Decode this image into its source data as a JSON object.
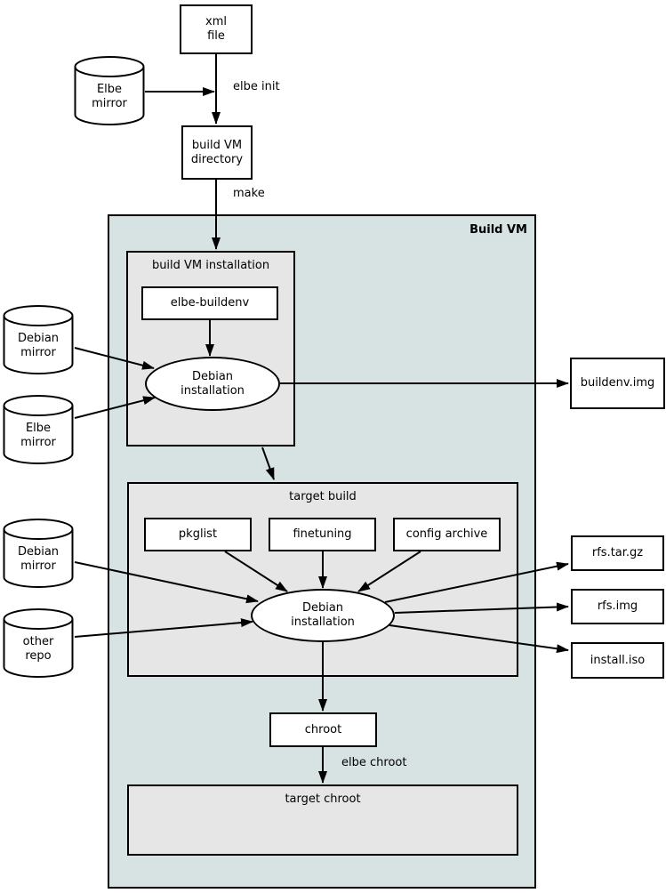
{
  "colors": {
    "container_bg": "#d6e3e2",
    "group_bg": "#e6e6e6",
    "node_bg": "#ffffff",
    "line": "#000000"
  },
  "top": {
    "xml_file": "xml\nfile",
    "elbe_mirror": "Elbe\nmirror",
    "elbe_init_label": "elbe init",
    "build_vm_directory": "build VM\ndirectory",
    "make_label": "make"
  },
  "build_vm": {
    "title": "Build VM",
    "installation": {
      "title": "build VM installation",
      "elbe_buildenv": "elbe-buildenv",
      "debian_installation": "Debian\ninstallation"
    },
    "target_build": {
      "title": "target build",
      "pkglist": "pkglist",
      "finetuning": "finetuning",
      "config_archive": "config archive",
      "debian_installation": "Debian\ninstallation"
    },
    "chroot": "chroot",
    "elbe_chroot_label": "elbe chroot",
    "target_chroot": "target chroot"
  },
  "inputs": {
    "debian_mirror_1": "Debian\nmirror",
    "elbe_mirror_2": "Elbe\nmirror",
    "debian_mirror_2": "Debian\nmirror",
    "other_repo": "other\nrepo"
  },
  "outputs": {
    "buildenv_img": "buildenv.img",
    "rfs_tar_gz": "rfs.tar.gz",
    "rfs_img": "rfs.img",
    "install_iso": "install.iso"
  }
}
